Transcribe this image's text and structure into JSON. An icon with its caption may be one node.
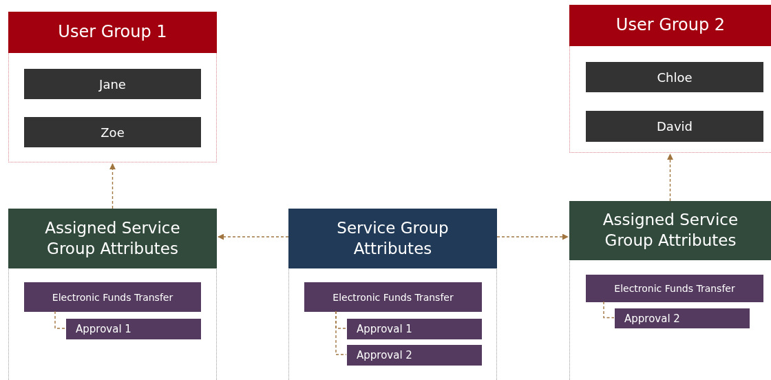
{
  "diagram": {
    "nodes": [
      {
        "text": [
          "User Group 1"
        ]
      },
      {
        "text": [
          "Jane"
        ],
        "in": 0
      },
      {
        "text": [
          "Zoe"
        ],
        "in": 0
      },
      {
        "text": [
          "User Group 2"
        ]
      },
      {
        "text": [
          "Chloe"
        ],
        "in": 3
      },
      {
        "text": [
          "David"
        ],
        "in": 3
      },
      {
        "text": [
          "Assigned Service Group Attributes"
        ]
      },
      {
        "text": [
          "Electronic Funds Transfer"
        ],
        "in": 6
      },
      {
        "text": [
          "Approval 1"
        ],
        "in": 6
      },
      {
        "text": [
          "Service Group Attributes"
        ]
      },
      {
        "text": [
          "Electronic Funds Transfer"
        ],
        "in": 9
      },
      {
        "text": [
          "Approval 1"
        ],
        "in": 9
      },
      {
        "text": [
          "Approval 2"
        ],
        "in": 9
      },
      {
        "text": [
          "Assigned Service Group Attributes"
        ]
      },
      {
        "text": [
          "Electronic Funds Transfer"
        ],
        "in": 13
      },
      {
        "text": [
          "Approval 2"
        ],
        "in": 13
      }
    ],
    "edges": [
      {
        "from": 9,
        "to": 6,
        "arrow": "to",
        "style": "dashed"
      },
      {
        "from": 9,
        "to": 13,
        "arrow": "to",
        "style": "dashed"
      },
      {
        "from": 6,
        "to": 0,
        "arrow": "to",
        "style": "dashed"
      },
      {
        "from": 13,
        "to": 3,
        "arrow": "to",
        "style": "dashed"
      },
      {
        "from": 7,
        "to": 8,
        "arrow": "none",
        "style": "dashed"
      },
      {
        "from": 10,
        "to": 11,
        "arrow": "none",
        "style": "dashed"
      },
      {
        "from": 10,
        "to": 12,
        "arrow": "none",
        "style": "dashed"
      },
      {
        "from": 14,
        "to": 15,
        "arrow": "none",
        "style": "dashed"
      }
    ]
  }
}
